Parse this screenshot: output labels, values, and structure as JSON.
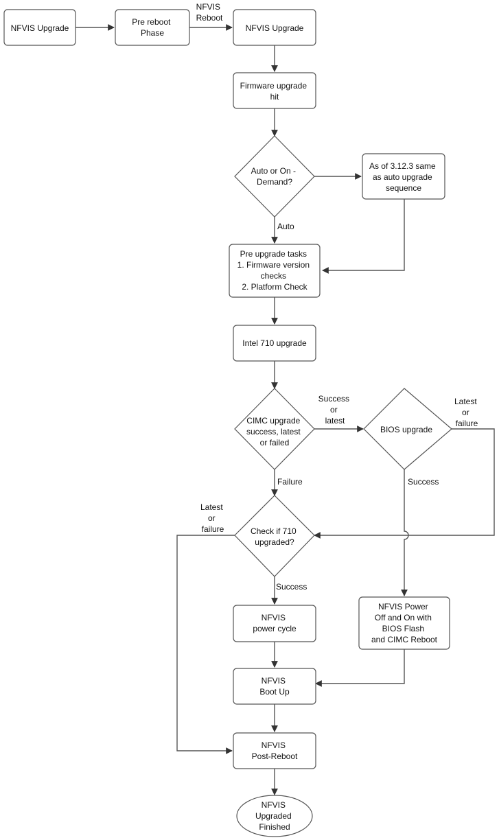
{
  "diagram": {
    "nodes": {
      "start": [
        "NFVIS Upgrade"
      ],
      "pre_reboot": [
        "Pre reboot",
        "Phase"
      ],
      "nfvis_upgrade": [
        "NFVIS Upgrade"
      ],
      "firmware_hit": [
        "Firmware upgrade",
        "hit"
      ],
      "auto_or_on_demand": [
        "Auto or On -",
        "Demand?"
      ],
      "as_of": [
        "As of 3.12.3 same",
        "as auto upgrade",
        "sequence"
      ],
      "pre_upgrade_tasks": [
        "Pre upgrade tasks",
        "1. Firmware version",
        "checks",
        "2. Platform Check"
      ],
      "intel_710": [
        "Intel 710 upgrade"
      ],
      "cimc_upgrade": [
        "CIMC upgrade",
        "success, latest",
        "or failed"
      ],
      "bios_upgrade": [
        "BIOS upgrade"
      ],
      "check_710": [
        "Check if 710",
        "upgraded?"
      ],
      "nfvis_power_cycle": [
        "NFVIS",
        "power cycle"
      ],
      "nfvis_power_off_on": [
        "NFVIS Power",
        "Off and On with",
        "BIOS Flash",
        "and CIMC Reboot"
      ],
      "nfvis_boot_up": [
        "NFVIS",
        "Boot Up"
      ],
      "nfvis_post_reboot": [
        "NFVIS",
        "Post-Reboot"
      ],
      "nfvis_finished": [
        "NFVIS",
        "Upgraded",
        "Finished"
      ]
    },
    "edge_labels": {
      "nfvis_reboot": [
        "NFVIS",
        "Reboot"
      ],
      "auto": [
        "Auto"
      ],
      "success_or_latest": [
        "Success",
        "or",
        "latest"
      ],
      "latest_or_failure_right": [
        "Latest",
        "or",
        "failure"
      ],
      "failure": [
        "Failure"
      ],
      "success_bios": [
        "Success"
      ],
      "latest_or_failure_left": [
        "Latest",
        "or",
        "failure"
      ],
      "success_check": [
        "Success"
      ]
    }
  }
}
